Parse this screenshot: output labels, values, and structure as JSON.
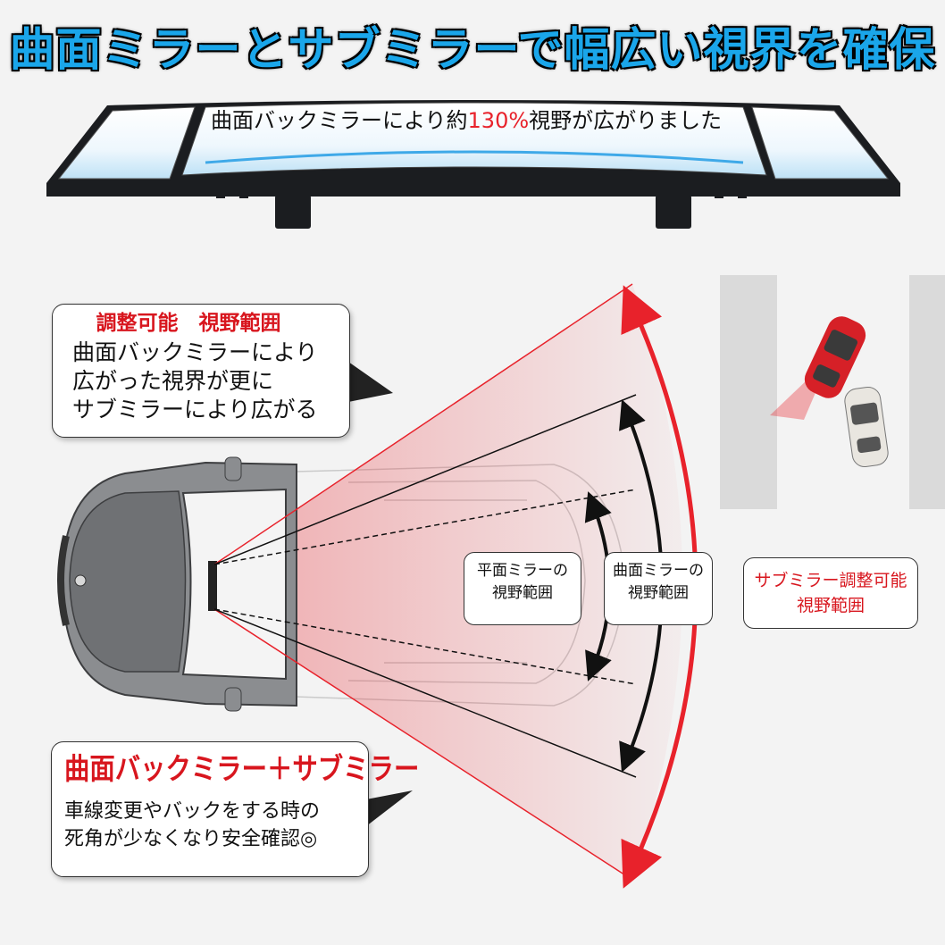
{
  "headline": "曲面ミラーとサブミラーで幅広い視界を確保",
  "mirror_caption": {
    "before": "曲面バックミラーにより約",
    "highlight": "130%",
    "after": "視野が広がりました"
  },
  "callout_adjust": {
    "title": "調整可能　視野範囲",
    "lines": [
      "曲面バックミラーにより",
      "広がった視界が更に",
      "サブミラーにより広がる"
    ]
  },
  "callout_combo": {
    "title": "曲面バックミラー＋サブミラー",
    "lines": [
      "車線変更やバックをする時の",
      "死角が少なくなり安全確認◎"
    ]
  },
  "label_flat": [
    "平面ミラーの",
    "視野範囲"
  ],
  "label_curved": [
    "曲面ミラーの",
    "視野範囲"
  ],
  "label_sub": [
    "サブミラー調整可能",
    "視野範囲"
  ],
  "colors": {
    "headline": "#1aa6ea",
    "accent_red": "#e8222b",
    "arrow_black": "#111111"
  }
}
